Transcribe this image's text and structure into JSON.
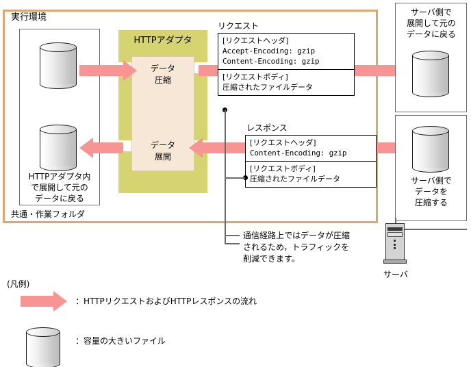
{
  "diagram": {
    "exec_environment_title": "実行環境",
    "shared_folder_label": "共通・作業フォルダ",
    "adapter": {
      "title": "HTTPアダプタ",
      "compress_line1": "データ",
      "compress_line2": "圧縮",
      "expand_line1": "データ",
      "expand_line2": "展開"
    },
    "request": {
      "title": "リクエスト",
      "header_label": "[リクエストヘッダ]",
      "header_accept_encoding": "Accept-Encoding: gzip",
      "header_content_encoding": "Content-Encoding: gzip",
      "body_label": "[リクエストボディ]",
      "body_text": "圧縮されたファイルデータ"
    },
    "response": {
      "title": "レスポンス",
      "header_label": "[リクエストヘッダ]",
      "header_content_encoding": "Content-Encoding: gzip",
      "body_label": "[リクエストボディ]",
      "body_text": "圧縮されたファイルデータ"
    },
    "notes": {
      "server_decompress": "サーバ側で\n展開して元の\nデータに戻る",
      "server_compress": "サーバ側で\nデータを\n圧縮する",
      "adapter_decompress": "HTTPアダプタ内\nで展開して元の\nデータに戻る",
      "traffic_line1": "通信経路上ではデータが圧縮",
      "traffic_line2": "されるため，トラフィックを",
      "traffic_line3": "削減できます。"
    },
    "server_label": "サーバ",
    "legend": {
      "title": "(凡例)",
      "arrow_meaning": "：HTTPリクエストおよびHTTPレスポンスの流れ",
      "cylinder_meaning": "：容量の大きいファイル"
    },
    "colors": {
      "frame_border": "#d9a86c",
      "adapter_green": "#d6d470",
      "adapter_inner": "#f7e7d7",
      "arrow_pink": "#f79494",
      "line_gray": "#6b6b6b"
    }
  }
}
